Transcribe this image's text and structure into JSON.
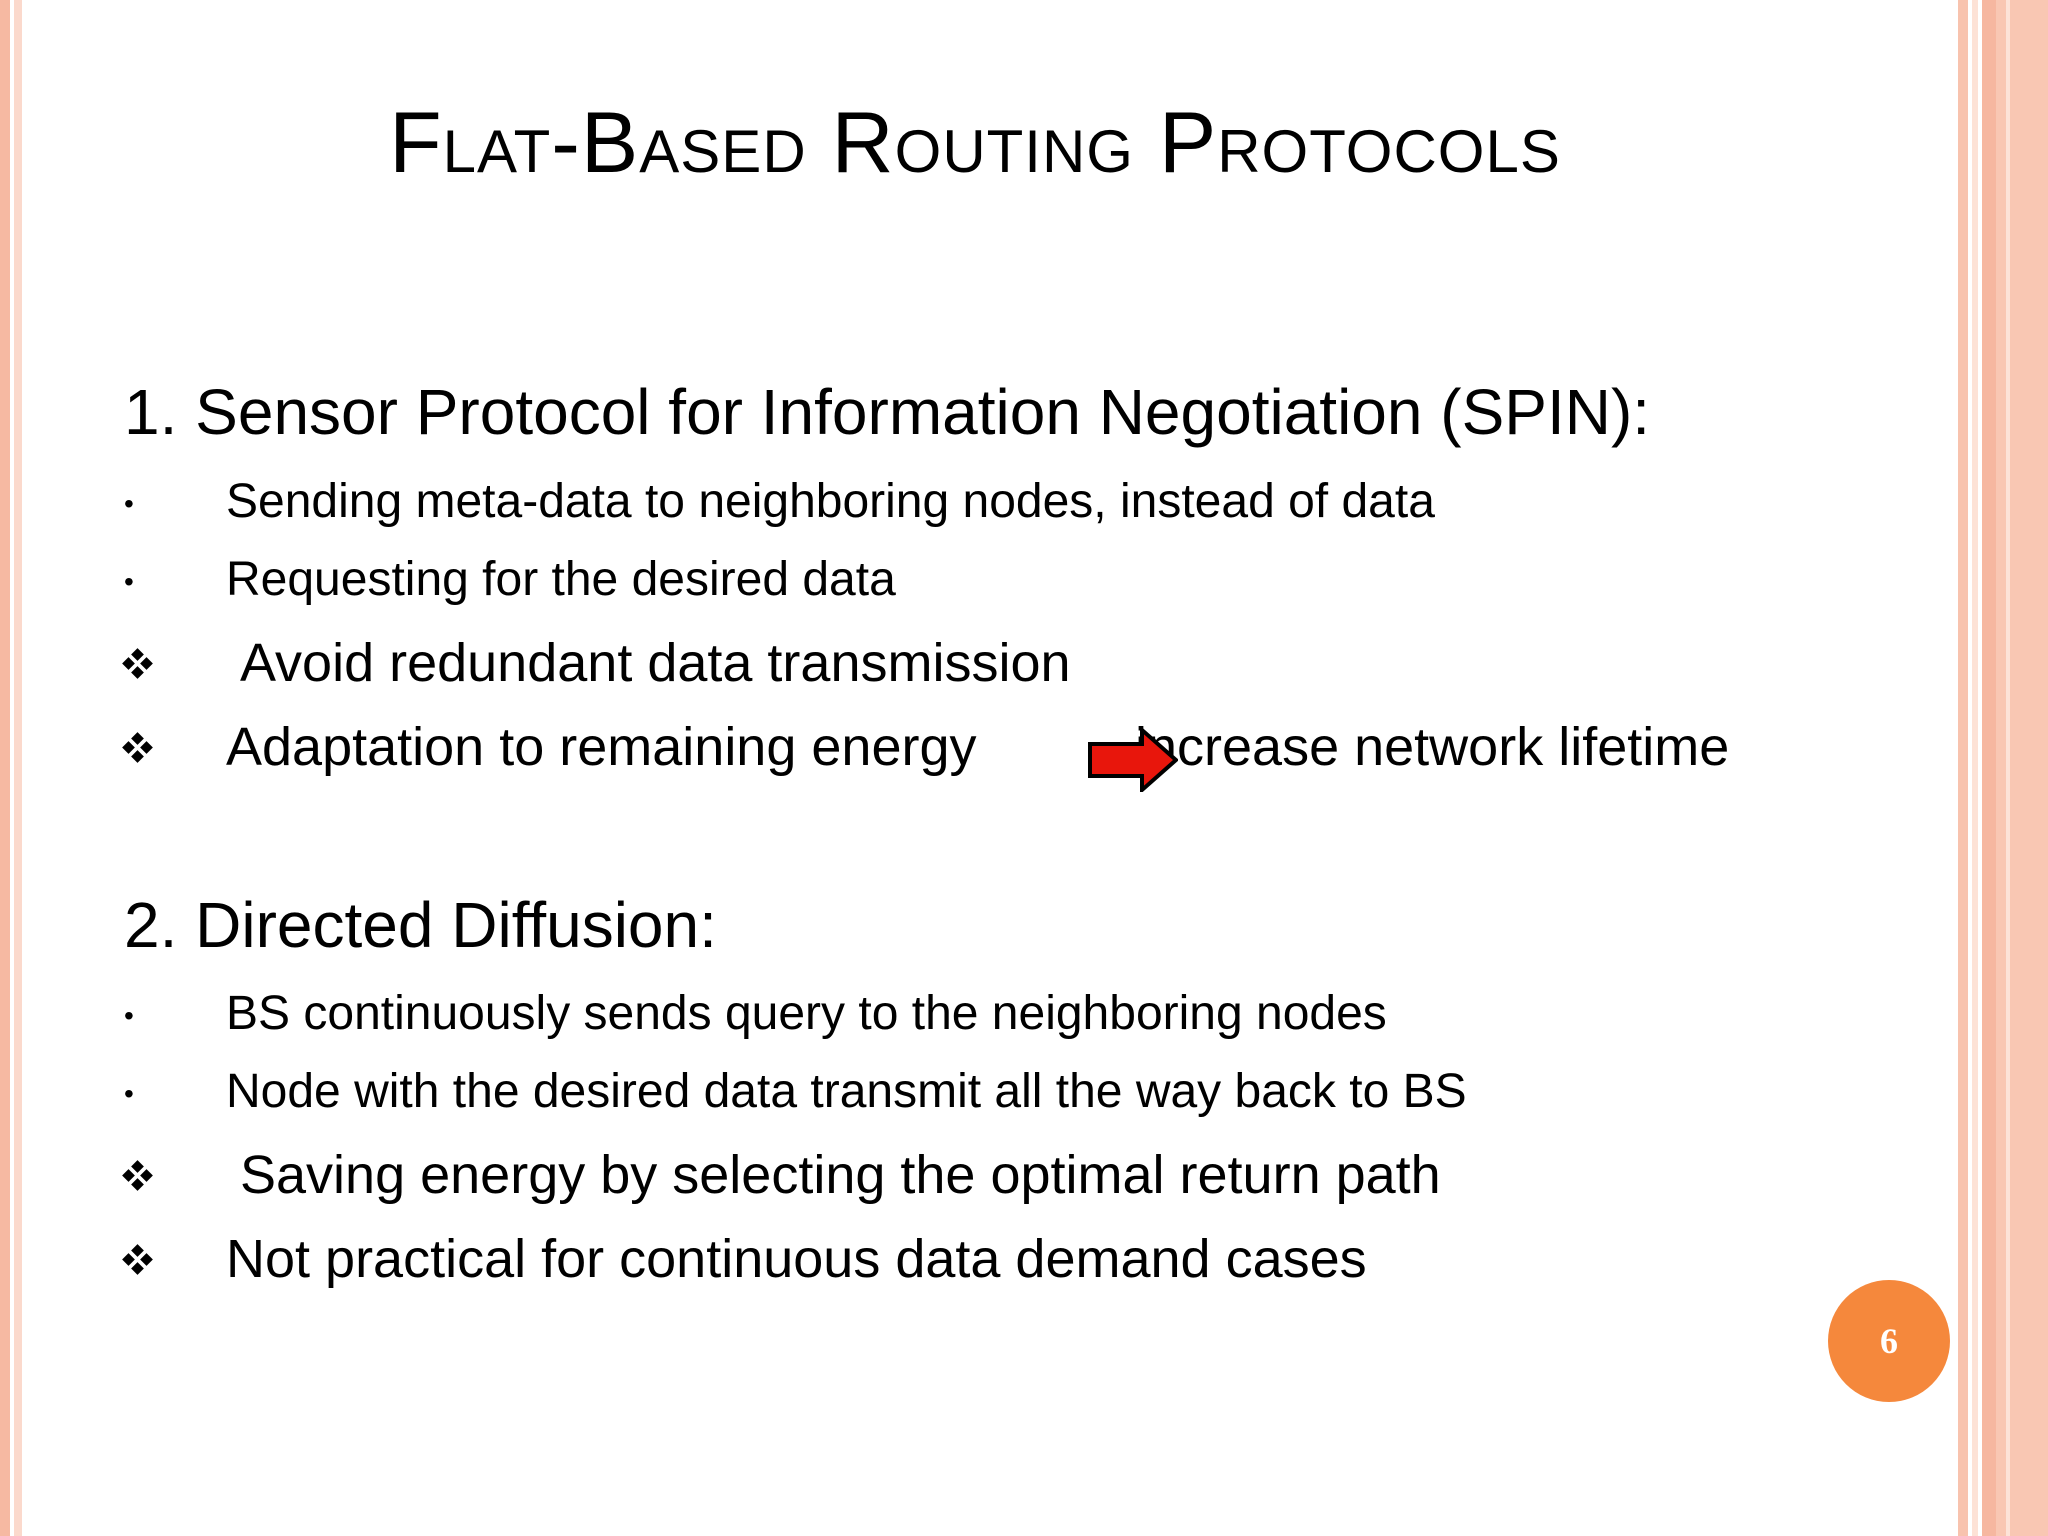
{
  "slide": {
    "title": "Flat-Based Routing Protocols",
    "page_number": "6"
  },
  "sections": [
    {
      "heading": "1. Sensor Protocol for Information Negotiation (SPIN):",
      "points": [
        "Sending meta-data to neighboring nodes, instead of data",
        "Requesting for the desired data"
      ],
      "features": [
        "Avoid redundant data transmission",
        "Adaptation to remaining energy"
      ],
      "feature_result": "increase network lifetime"
    },
    {
      "heading": "2.  Directed Diffusion:",
      "points": [
        "BS continuously sends query to the neighboring nodes",
        "Node with the desired data transmit all the way back to BS"
      ],
      "features": [
        "Saving energy by selecting the optimal return path",
        "Not practical for continuous data demand cases"
      ]
    }
  ],
  "icons": {
    "point_marker": "bullet-dot-icon",
    "feature_marker": "four-diamond-icon",
    "result_arrow": "right-arrow-icon"
  },
  "colors": {
    "border_stripe": "#f6b9a2",
    "page_badge": "#f5883c",
    "arrow_fill": "#e8160c"
  }
}
